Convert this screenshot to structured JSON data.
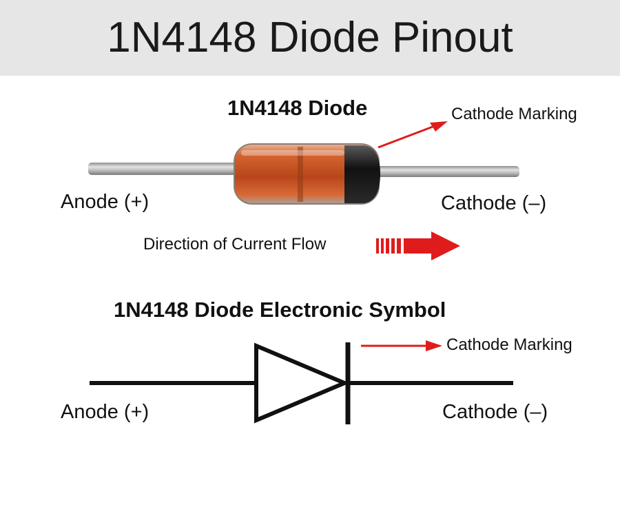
{
  "title": "1N4148 Diode Pinout",
  "photo_section": {
    "heading": "1N4148 Diode",
    "cathode_marking": "Cathode Marking",
    "anode_label": "Anode (+)",
    "cathode_label": "Cathode (–)",
    "current_flow_label": "Direction of Current Flow"
  },
  "symbol_section": {
    "heading": "1N4148 Diode Electronic Symbol",
    "cathode_marking": "Cathode Marking",
    "anode_label": "Anode (+)",
    "cathode_label": "Cathode (–)"
  },
  "colors": {
    "arrow_red": "#e01b1b",
    "glass_orange": "#c8521f",
    "cathode_band": "#1a1a1a",
    "lead_gray": "#b5b5b5",
    "title_bg": "#e6e6e6"
  }
}
